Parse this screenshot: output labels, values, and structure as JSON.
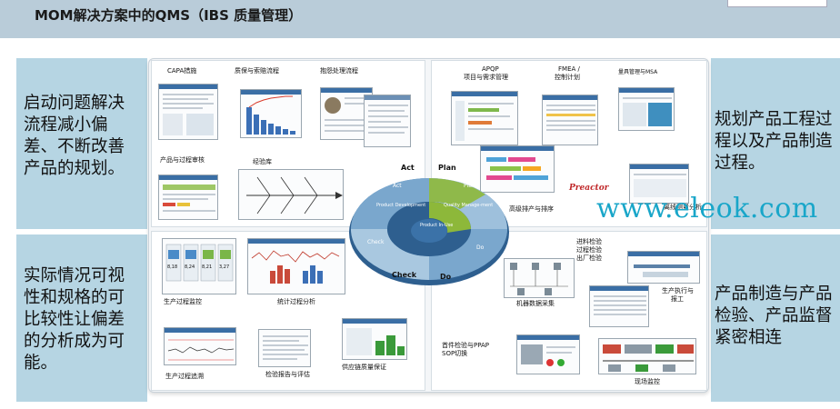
{
  "header": {
    "title": "MOM解决方案中的QMS（IBS 质量管理）"
  },
  "left_boxes": {
    "top": "启动问题解决流程减小偏差、不断改善产品的规划。",
    "bottom": "实际情况可视性和规格的可比较性让偏差的分析成为可能。"
  },
  "right_boxes": {
    "top": "规划产品工程过程以及产品制造过程。",
    "bottom": "产品制造与产品检验、产品监督紧密相连"
  },
  "quadrants": {
    "top_left": {
      "capa": "CAPA措施",
      "quality_complaint": "质保与索赔流程",
      "complaint_process": "抱怨处理流程",
      "product_process_audit": "产品与过程审核",
      "experience_base": "经验库"
    },
    "top_right": {
      "apqp": "APQP",
      "project_requirements": "项目与需求管理",
      "fmea": "FMEA /",
      "control_plan": "控制计划",
      "gauge_msa": "量具管理与MSA",
      "advanced_scheduling": "高级排产与排序",
      "preactor": "Preactor",
      "gauge_analysis": "离线测量分析"
    },
    "bottom_left": {
      "production_monitor": "生产过程监控",
      "spc": "统计过程分析",
      "production_trace": "生产过程追溯",
      "report_evaluation": "检验报告与评估",
      "supply_chain": "供应链质量保证",
      "gauge_values": [
        "8,18",
        "8,24",
        "8,21",
        "3,27"
      ]
    },
    "bottom_right": {
      "incoming_inspection": "进料检验",
      "process_inspection": "过程检验",
      "outgoing_inspection": "出厂检验",
      "machine_data": "机器数据采集",
      "first_article": "首件检验与PPAP",
      "sop_switch": "SOP切换",
      "production_execution": "生产执行与",
      "reporting": "报工",
      "site_monitoring": "现场监控"
    }
  },
  "cycle": {
    "act": "Act",
    "plan": "Plan",
    "check": "Check",
    "do": "Do",
    "center": "Product In-Use",
    "ring_act": "Act",
    "ring_plan": "Plan",
    "ring_check": "Check",
    "ring_do": "Do",
    "inner_left": "Product Development",
    "inner_right": "Quality Manage-ment",
    "colors": {
      "ring_blue": "#5f93bf",
      "ring_light": "#a9c8e0",
      "green": "#8db83a",
      "dark_blue": "#2e5f8f"
    }
  },
  "watermark": "www.eleok.com"
}
